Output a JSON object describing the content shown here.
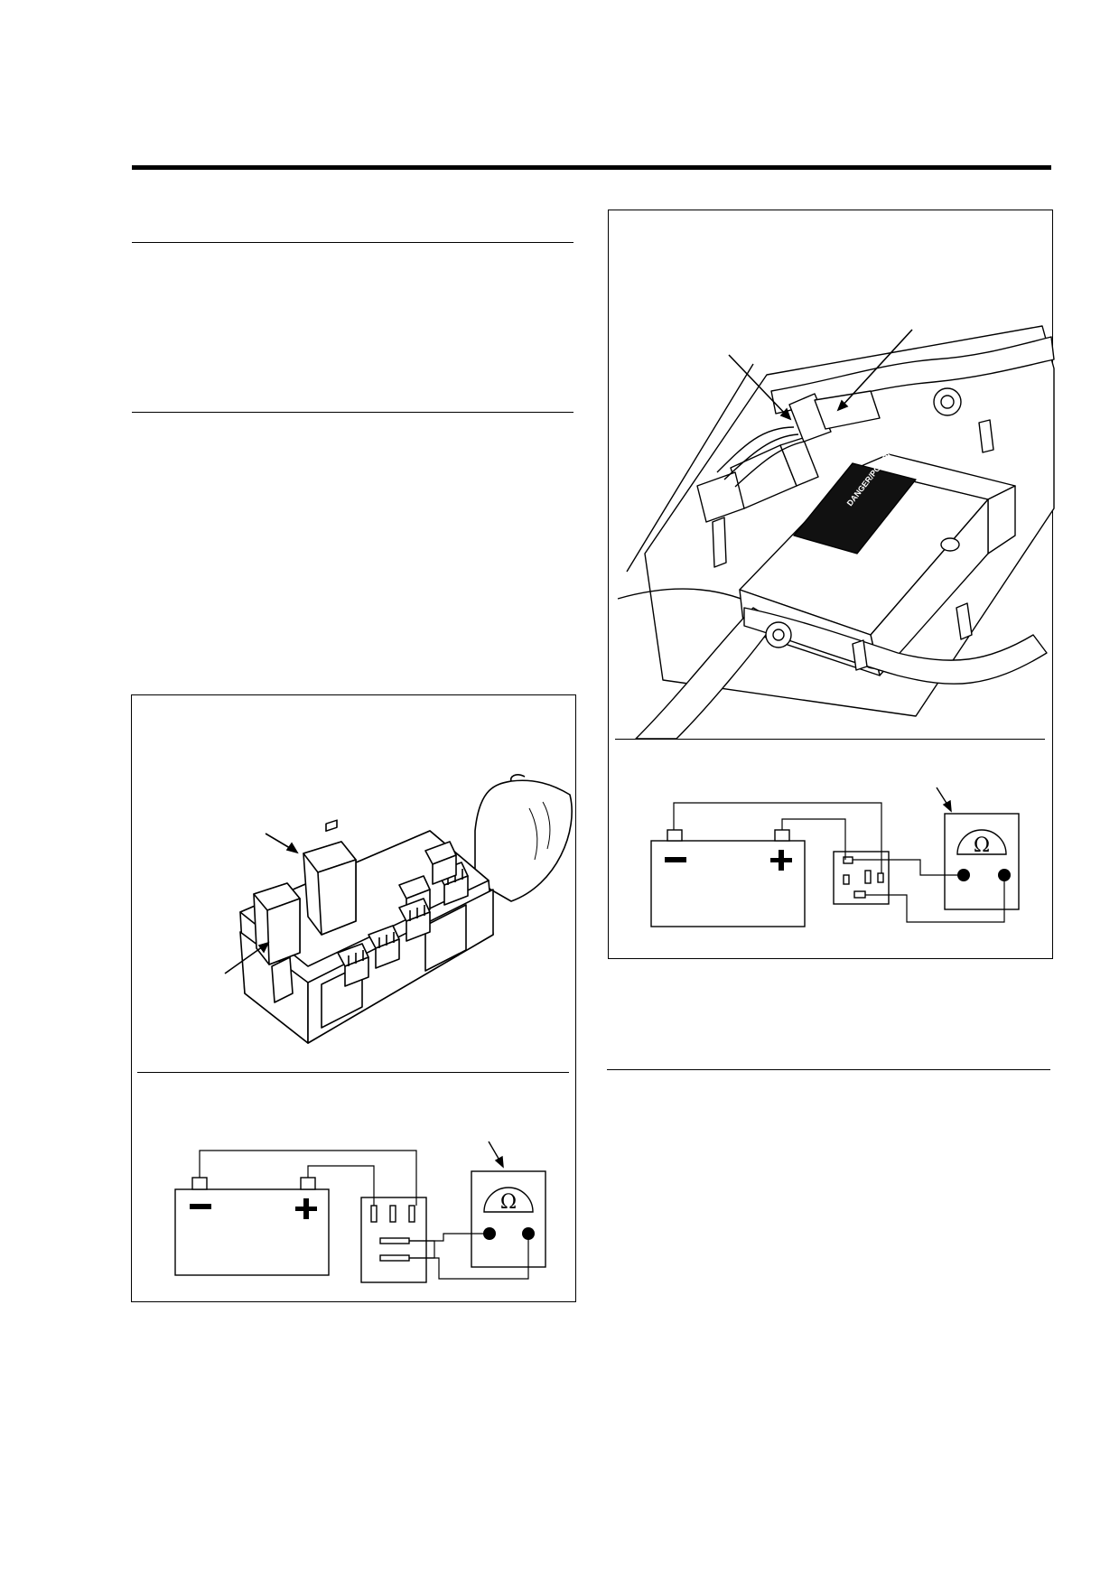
{
  "page": {
    "background": "#ffffff",
    "line_color": "#000000"
  },
  "left_figure": {
    "meter_symbol": "Ω"
  },
  "right_figure": {
    "meter_symbol": "Ω"
  },
  "label_sticker": {
    "heading": "DANGER/POISON"
  }
}
